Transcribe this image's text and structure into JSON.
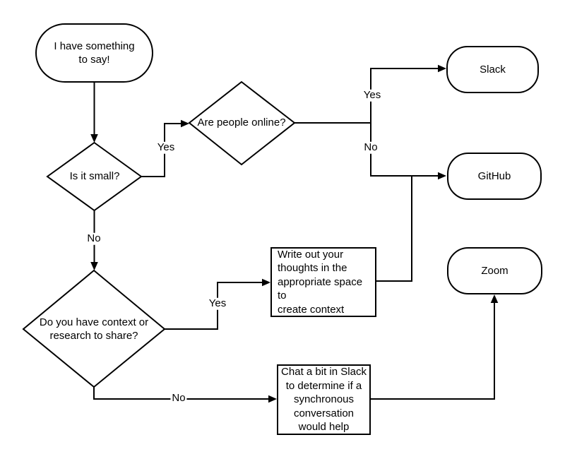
{
  "diagram": {
    "type": "flowchart",
    "colors": {
      "stroke": "#000000",
      "fill": "#ffffff",
      "text": "#000000"
    },
    "nodes": {
      "start": {
        "shape": "terminator",
        "label": "I have something\nto say!"
      },
      "is_it_small": {
        "shape": "decision",
        "label": "Is it small?"
      },
      "are_people_online": {
        "shape": "decision",
        "label": "Are people online?"
      },
      "slack": {
        "shape": "terminator",
        "label": "Slack"
      },
      "github": {
        "shape": "terminator",
        "label": "GitHub"
      },
      "zoom": {
        "shape": "terminator",
        "label": "Zoom"
      },
      "do_you_have_context": {
        "shape": "decision",
        "label": "Do you have context or\nresearch to share?"
      },
      "write_out_thoughts": {
        "shape": "process",
        "label": "Write out your\nthoughts in the\nappropriate space to\ncreate context"
      },
      "chat_in_slack": {
        "shape": "process",
        "label": "Chat a bit in Slack\nto determine if a\nsynchronous\nconversation\nwould help"
      }
    },
    "edges": [
      {
        "from": "start",
        "to": "is_it_small",
        "label": ""
      },
      {
        "from": "is_it_small",
        "to": "are_people_online",
        "label": "Yes"
      },
      {
        "from": "are_people_online",
        "to": "slack",
        "label": "Yes"
      },
      {
        "from": "are_people_online",
        "to": "github",
        "label": "No"
      },
      {
        "from": "is_it_small",
        "to": "do_you_have_context",
        "label": "No"
      },
      {
        "from": "do_you_have_context",
        "to": "write_out_thoughts",
        "label": "Yes"
      },
      {
        "from": "write_out_thoughts",
        "to": "github",
        "label": ""
      },
      {
        "from": "do_you_have_context",
        "to": "chat_in_slack",
        "label": "No"
      },
      {
        "from": "chat_in_slack",
        "to": "zoom",
        "label": ""
      }
    ]
  }
}
